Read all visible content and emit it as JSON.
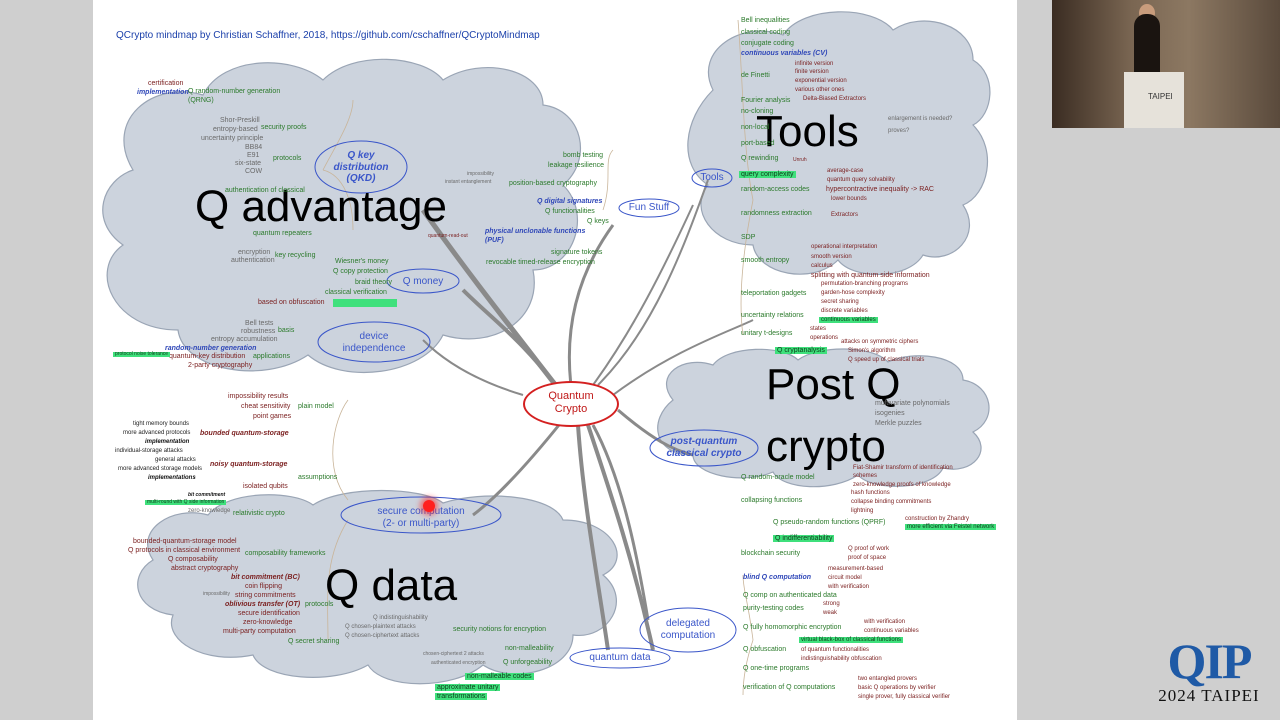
{
  "credit": "QCrypto mindmap by Christian Schaffner, 2018, https://github.com/cschaffner/QCryptoMindmap",
  "center": {
    "line1": "Quantum",
    "line2": "Crypto"
  },
  "headings": {
    "q_advantage": "Q advantage",
    "tools": "Tools",
    "post_q_1": "Post Q",
    "post_q_2": "crypto",
    "q_data": "Q data"
  },
  "nodes": {
    "qkd_1": "Q key",
    "qkd_2": "distribution",
    "qkd_3": "(QKD)",
    "q_money": "Q money",
    "device_indep_1": "device",
    "device_indep_2": "independence",
    "fun_stuff": "Fun Stuff",
    "tools_node": "Tools",
    "pq_1": "post-quantum",
    "pq_2": "classical crypto",
    "secure_comp_1": "secure computation",
    "secure_comp_2": "(2- or multi-party)",
    "delegated_1": "delegated",
    "delegated_2": "computation",
    "quantum_data": "quantum data"
  },
  "left_top_leaves": {
    "certification": "certification",
    "implementation": "implementation",
    "qrng": "Q random-number generation",
    "qrng2": "(QRNG)",
    "security_proofs": "security proofs",
    "protocols": "protocols",
    "bb84": "BB84",
    "e91": "E91",
    "six_state": "six-state",
    "cow": "COW",
    "shor_preskill": "Shor-Preskill",
    "entropy_based": "entropy-based",
    "uncertainty": "uncertainty principle",
    "auth_classical": "authentication of classical",
    "quantum_repeaters": "quantum repeaters",
    "key_recycling": "key recycling",
    "encryption": "encryption",
    "authentication": "authentication",
    "wiesners_money": "Wiesner's money",
    "q_copy_protection": "Q copy protection",
    "braid_theory": "braid theory",
    "classical_verification": "classical verification",
    "based_on_obf": "based on obfuscation",
    "bell_tests": "Bell tests",
    "robustness": "robustness",
    "entropy_accumulation": "entropy accumulation",
    "basis": "basis",
    "rng_gen": "random-number generation",
    "qkd_short": "quantum-key distribution",
    "two_party": "2-party cryptography",
    "applications": "applications",
    "protocol_noise": "protocol noise tolerance"
  },
  "fun_leaves": {
    "bomb_testing": "bomb testing",
    "leakage": "leakage resilience",
    "position_based": "position-based cryptography",
    "impossibility": "impossibility",
    "instant_entanglement": "instant entanglement",
    "q_digital_sig": "Q digital signatures",
    "q_functionalities": "Q functionalities",
    "q_keys": "Q keys",
    "puf_1": "physical unclonable functions",
    "puf_2": "(PUF)",
    "signature_tokens": "signature tokens",
    "revocable": "revocable timed-release encryption",
    "quantum_readout": "quantum-read-out"
  },
  "tools_leaves": {
    "bell_ineq": "Bell inequalities",
    "classical_coding": "classical coding",
    "conjugate_coding": "conjugate coding",
    "cv": "continuous variables (CV)",
    "de_finetti": "de Finetti",
    "infinite_version": "infinite version",
    "finite_version": "finite version",
    "exponential_version": "exponential version",
    "various_other": "various other ones",
    "fourier": "Fourier analysis",
    "delta_biased": "Delta-Biased Extractors",
    "no_cloning": "no-cloning",
    "non_local": "non-local",
    "port_based": "port-based",
    "q_rewinding": "Q rewinding",
    "unruh": "Unruh",
    "query_complexity": "query complexity",
    "average_case": "average-case",
    "q_query_solvability": "quantum query solvability",
    "random_access": "random-access codes",
    "hypercontractive": "hypercontractive inequality -> RAC",
    "lower_bounds": "lower bounds",
    "randomness_extraction": "randomness extraction",
    "extractors": "Extractors",
    "sdp": "SDP",
    "smooth_entropy": "smooth entropy",
    "operational_interp": "operational interpretation",
    "smooth_version": "smooth version",
    "calculus": "calculus",
    "splitting": "splitting with quantum side information",
    "teleportation": "teleportation gadgets",
    "perm_branching": "permutation-branching programs",
    "garden_hose": "garden-hose complexity",
    "secret_sharing": "secret sharing",
    "uncertainty_rel": "uncertainty relations",
    "discrete_vars": "discrete variables",
    "continuous_vars": "continuous variables",
    "unitary_t": "unitary t-designs",
    "states": "states",
    "operations": "operations",
    "q_needed": "enlargement is needed?",
    "proves": "proves?"
  },
  "pq_leaves": {
    "q_cryptanalysis": "Q cryptanalysis",
    "attacks_symmetric": "attacks on symmetric ciphers",
    "simons": "Simon's algorithm",
    "q_speed_up": "Q speed up of classical trials",
    "multivariate": "multivariate polynomials",
    "isogenies": "isogenies",
    "merkle": "Merkle puzzles",
    "q_random_oracle": "Q random-oracle model",
    "fiat_shamir": "Fiat-Shamir transform of identification",
    "schemes": "schemes",
    "zk_proofs": "zero-knowledge proofs of knowledge",
    "collapsing": "collapsing functions",
    "hash_functions": "hash functions",
    "collapse_binding": "collapse binding commitments",
    "lightning": "lightning",
    "q_prf": "Q pseudo-random functions (QPRF)",
    "zhandry": "construction by Zhandry",
    "feistel": "more efficient via Feistel network",
    "q_indiff": "Q indifferentiability",
    "blockchain": "blockchain security",
    "proof_work": "Q proof of work",
    "proof_space": "proof of space"
  },
  "deleg_leaves": {
    "blind_q": "blind Q computation",
    "measurement_based": "measurement-based",
    "circuit_model": "circuit model",
    "with_verification": "with verification",
    "q_comp_auth": "Q comp on authenticated data",
    "purity_testing": "purity-testing codes",
    "strong": "strong",
    "weak": "weak",
    "q_fhe": "Q fully homomorphic encryption",
    "with_verification2": "with verification",
    "continuous_variables2": "continuous variables",
    "q_obfuscation": "Q obfuscation",
    "virtual_black_box": "virtual black-box of classical functions",
    "of_quantum_func": "of quantum functionalities",
    "indist_obf": "indistinguishability obfuscation",
    "one_time_programs": "Q one-time programs",
    "verification_q": "verification of Q computations",
    "two_provers": "two entangled provers",
    "basic_q_ops": "basic Q operations by verifier",
    "single_prover": "single prover, fully classical verifier"
  },
  "sc_leaves": {
    "impossibility_results": "impossibility results",
    "cheat_sensitivity": "cheat sensitivity",
    "point_games": "point games",
    "plain_model": "plain model",
    "tight_memory": "tight memory bounds",
    "more_advanced": "more advanced protocols",
    "implementation2": "implementation",
    "bqsm": "bounded quantum-storage",
    "individual_storage": "individual-storage attacks",
    "general_attacks": "general attacks",
    "more_adv_storage": "more advanced storage models",
    "implementations": "implementations",
    "noisy_qs": "noisy quantum-storage",
    "assumptions": "assumptions",
    "isolated_qubits": "isolated qubits",
    "bit_commitment": "bit commitment",
    "multi_round": "multi-round with Q side information",
    "zero_knowledge": "zero-knowledge",
    "relativistic": "relativistic crypto",
    "bqsm2": "bounded-quantum-storage model",
    "q_protocols_classical": "Q protocols in classical environment",
    "q_composability": "Q composability",
    "abstract_crypto": "abstract cryptography",
    "composability": "composability frameworks",
    "bit_commitment_bc": "bit commitment (BC)",
    "coin_flipping": "coin flipping",
    "string_commitments": "string commitments",
    "oblivious_transfer": "oblivious transfer (OT)",
    "secure_identification": "secure identification",
    "zero_knowledge2": "zero-knowledge",
    "multi_party": "multi-party computation",
    "protocols2": "protocols",
    "q_secret_sharing": "Q secret sharing",
    "impossibility2": "impossibility"
  },
  "qd_leaves": {
    "q_indist": "Q indistinguishability",
    "q_chosen_plaintext": "Q chosen-plaintext attacks",
    "q_chosen_ciphertext": "Q chosen-ciphertext attacks",
    "security_notions": "security notions for encryption",
    "non_malleability": "non-malleability",
    "q_unforgeability": "Q unforgeability",
    "non_malleable_codes": "non-malleable codes",
    "unitary_1": "approximate unitary",
    "unitary_2": "transformations",
    "chosen_ciphertext2": "chosen-ciphertext 2 attacks",
    "authenticated_enc": "authenticated encryption"
  },
  "qip": {
    "logo": "QIP",
    "year": "2024 TAIPEI"
  },
  "camera": {
    "podium_logo": "TAIPEI"
  },
  "colors": {
    "cloud": "#ccd3dd",
    "node_blue": "#3a56c9",
    "center_red": "#d42020",
    "leaf_green": "#2b7a2b",
    "highlight": "#3fe07c"
  }
}
